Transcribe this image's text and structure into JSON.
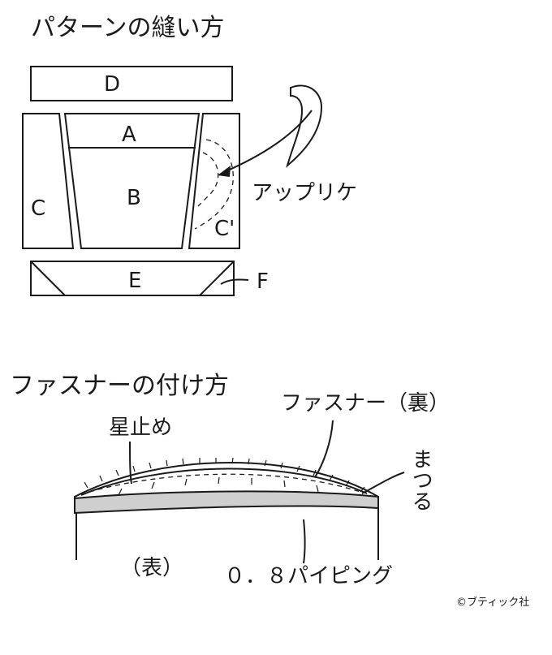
{
  "pattern": {
    "title": "パターンの縫い方",
    "labels": {
      "A": "A",
      "B": "B",
      "C": "C",
      "C_prime": "C'",
      "D": "D",
      "E": "E",
      "F": "F"
    },
    "applique": "アップリケ"
  },
  "zipper": {
    "title": "ファスナーの付け方",
    "zipper_back": "ファスナー（裏）",
    "tack": "星止め",
    "whipstitch": "まつる",
    "front": "（表）",
    "piping": "０．８パイピング"
  },
  "copyright": "©ブティック社"
}
